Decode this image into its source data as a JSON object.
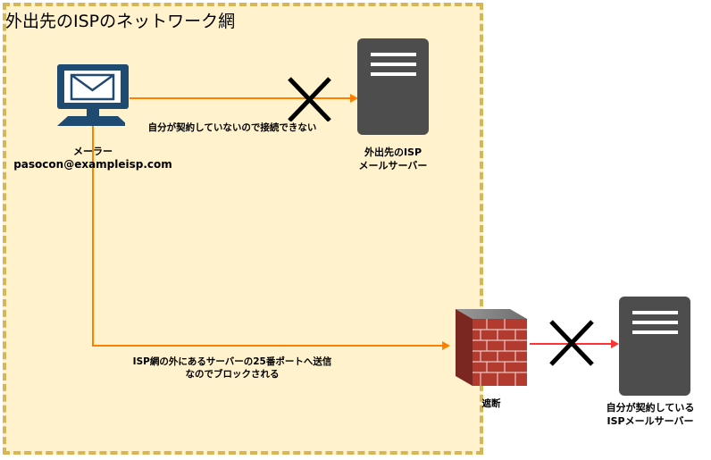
{
  "zone": {
    "title": "外出先のISPのネットワーク網"
  },
  "mailer": {
    "name": "メーラー",
    "address": "pasocon@exampleisp.com"
  },
  "remote_server": {
    "line1": "外出先のISP",
    "line2": "メールサーバー"
  },
  "own_server": {
    "line1": "自分が契約している",
    "line2": "ISPメールサーバー"
  },
  "firewall": {
    "label": "遮断"
  },
  "edge_top": {
    "label": "自分が契約していないので接続できない"
  },
  "edge_bottom": {
    "line1": "ISP網の外にあるサーバーの25番ポートへ送信",
    "line2": "なのでブロックされる"
  },
  "colors": {
    "orange_line": "#ff8000",
    "red_line": "#ff3333",
    "server_body": "#4d4d4d",
    "zone_fill": "#fff2cc",
    "zone_border": "#d6b656",
    "brick": "#b33a2f"
  }
}
